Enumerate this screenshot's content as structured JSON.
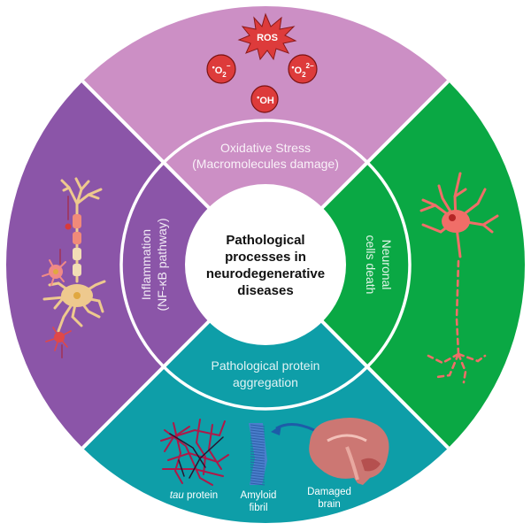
{
  "center": {
    "title_lines": [
      "Pathological",
      "processes in",
      "neurodegenerative",
      "diseases"
    ]
  },
  "colors": {
    "oxidative": "#cc8fc5",
    "inflammation": "#8b55a8",
    "neuronal_death": "#0aa844",
    "protein_aggregation": "#0e9ea8",
    "center": "#ffffff",
    "ros_red": "#dd3b3b",
    "neuron_tan": "#eec98e",
    "dying_neuron": "#f06e68"
  },
  "segments": {
    "oxidative_stress": {
      "label_lines": [
        "Oxidative Stress",
        "(Macromolecules damage)"
      ],
      "ros_burst": "ROS",
      "species": [
        {
          "name": "superoxide",
          "text": "•O₂⁻"
        },
        {
          "name": "peroxide",
          "text": "•O₂²⁻"
        },
        {
          "name": "hydroxyl",
          "text": "•OH"
        }
      ]
    },
    "inflammation": {
      "label_lines": [
        "Inflammation",
        "(NF-κB pathway)"
      ],
      "illustration": "neuron-with-microglia"
    },
    "neuronal_death": {
      "label_lines": [
        "Neuronal",
        "cells death"
      ],
      "illustration": "degenerating-neuron"
    },
    "protein_aggregation": {
      "label_lines": [
        "Pathological protein",
        "aggregation"
      ],
      "items": [
        {
          "name": "tau",
          "caption_lines": [
            "tau protein"
          ],
          "italic_prefix": "tau",
          "rest": " protein"
        },
        {
          "name": "amyloid",
          "caption_lines": [
            "Amyloid",
            "fibril"
          ]
        },
        {
          "name": "brain",
          "caption_lines": [
            "Damaged",
            "brain"
          ]
        }
      ]
    }
  }
}
